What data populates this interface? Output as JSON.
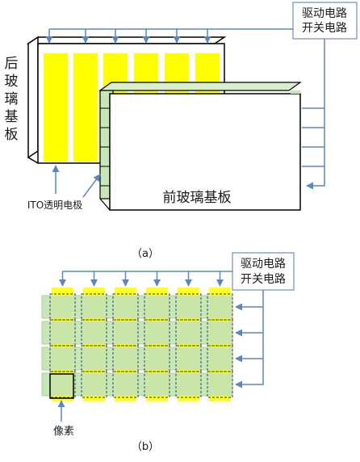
{
  "panel_a": {
    "driver_label_line1": "驱动电路",
    "driver_label_line2": "开关电路",
    "back_glass_label": [
      "后",
      "玻",
      "璃",
      "基",
      "板"
    ],
    "front_glass_label": "前玻璃基板",
    "ito_label": "ITO透明电极",
    "caption": "（a）"
  },
  "panel_b": {
    "driver_label_line1": "驱动电路",
    "driver_label_line2": "开关电路",
    "pixel_label": "像素",
    "caption": "（b）",
    "grid_rows": 4,
    "grid_cols": 6
  },
  "colors": {
    "ito_yellow": "#ffff00",
    "row_green": "#c6e8b8",
    "wire_blue": "#5b86c6",
    "box_border": "#6f8fc0"
  }
}
